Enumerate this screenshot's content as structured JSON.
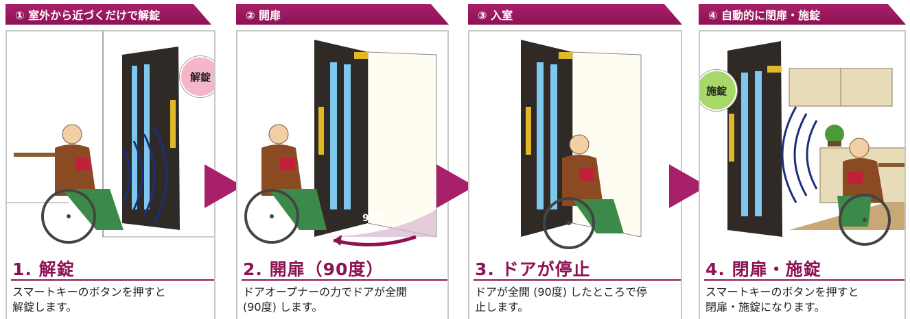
{
  "steps": [
    {
      "banner": "① 室外から近づくだけで解錠",
      "title": "1. 解錠",
      "desc": [
        "スマートキーのボタンを押すと",
        "解錠します。"
      ],
      "bubble": "解錠"
    },
    {
      "banner": "② 開扉",
      "title": "2. 開扉（90度）",
      "desc": [
        "ドアオープナーの力でドアが全開",
        "(90度) します。"
      ],
      "angle_label": "90度"
    },
    {
      "banner": "③ 入室",
      "title": "3. ドアが停止",
      "desc": [
        "ドアが全開 (90度) したところで停",
        "止します。"
      ]
    },
    {
      "banner": "④ 自動的に閉扉・施錠",
      "title": "4. 閉扉・施錠",
      "desc": [
        "スマートキーのボタンを押すと",
        "閉扉・施錠になります。"
      ],
      "bubble": "施錠"
    }
  ],
  "colors": {
    "accent": "#8d1254",
    "banner": "#a8206a",
    "bubble_unlock": "#f4b6c8",
    "bubble_lock": "#a8d86a",
    "door": "#2f2a25",
    "glass": "#7ec8f0",
    "hardware": "#e0b82a",
    "waves": "#1a2f7a"
  }
}
